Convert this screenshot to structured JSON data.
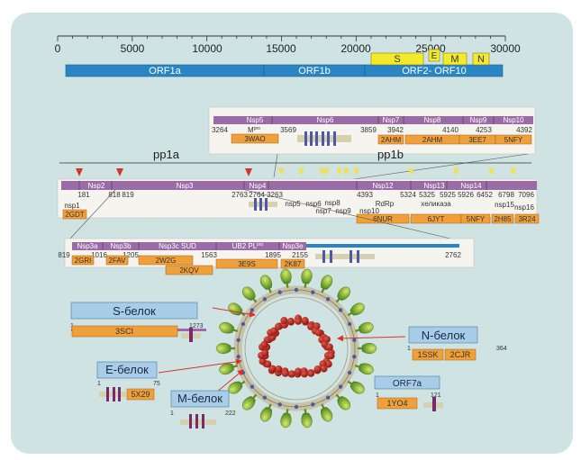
{
  "scale": {
    "ticks": [
      "0",
      "5000",
      "10000",
      "15000",
      "20000",
      "25000",
      "30000"
    ],
    "orf1a": "ORF1a",
    "orf1b": "ORF1b",
    "orf2_10": "ORF2- ORF10",
    "s": "S",
    "e": "E",
    "m": "M",
    "n": "N"
  },
  "top_nsp": {
    "names": [
      "Nsp5",
      "Nsp6",
      "Nsp7",
      "Nsp8",
      "Nsp9",
      "Nsp10"
    ],
    "n3264": "3264",
    "mpro": "M",
    "mpro_sup": "pro",
    "n3569": "3569",
    "n3859": "3859",
    "n3942": "3942",
    "n4140": "4140",
    "n4253": "4253",
    "n4392": "4392",
    "pdb_3wao": "3WAO",
    "pdb_2ahm_a": "2AHM",
    "pdb_2ahm_b": "2AHM",
    "pdb_3ee7": "3EE7",
    "pdb_5nfy": "5NFY"
  },
  "polyprotein": {
    "pp1a": "pp1a",
    "pp1b": "pp1b",
    "nsp_names": [
      "Nsp2",
      "Nsp3",
      "Nsp4",
      "Nsp12",
      "Nsp13",
      "Nsp14"
    ],
    "nums_left": [
      "181",
      "818",
      "819",
      "2763",
      "2764",
      "3263"
    ],
    "nums_right": [
      "4393",
      "5324",
      "5325",
      "5925",
      "5926",
      "6452",
      "6798",
      "7096"
    ],
    "nsp1": "nsp1",
    "nsp5": "nsp5",
    "nsp6": "nsp6",
    "nsp7": "nsp7",
    "nsp8": "nsp8",
    "nsp9": "nsp9",
    "nsp10": "nsp10",
    "nsp15": "nsp15",
    "nsp16": "nsp16",
    "rdrp": "RdRp",
    "helicase": "хеликаза",
    "pdb_2gdt": "2GDT",
    "pdb_6nur": "6NUR",
    "pdb_6jyt": "6JYT",
    "pdb_5nfy": "5NFY",
    "pdb_2h85": "2H85",
    "pdb_3r24": "3R24"
  },
  "nsp3_domains": {
    "names": [
      "Nsp3a",
      "Nsp3b",
      "Nsp3c SUD",
      "UB2 PL",
      "Nsp3e"
    ],
    "plpro_sup": "pro",
    "n819": "819",
    "n1016": "1016",
    "n1205": "1205",
    "n1563": "1563",
    "n1895": "1895",
    "n2155": "2155",
    "n2762": "2762",
    "pdbs": [
      "2GRI",
      "2FAV",
      "2W2G",
      "2KQV",
      "3E9S",
      "2K87"
    ]
  },
  "proteins": {
    "s_label": "S-белок",
    "s_start": "1",
    "s_end": "1273",
    "s_pdb": "3SCI",
    "e_label": "E-белок",
    "e_start": "1",
    "e_end": "75",
    "e_pdb": "5X29",
    "m_label": "M-белок",
    "m_start": "1",
    "m_end": "222",
    "n_label": "N-белок",
    "n_start": "1",
    "n_end": "364",
    "n_pdb_a": "1SSK",
    "n_pdb_b": "2CJR",
    "orf7a_label": "ORF7a",
    "orf7a_start": "1",
    "orf7a_end": "121",
    "orf7a_pdb": "1YO4"
  },
  "colors": {
    "background": "#cfe3e3",
    "orf_blue": "#2a85c4",
    "nsp_purple": "#9a6ba6",
    "pdb_orange": "#f0a03a",
    "gene_yellow": "#f3ea2a",
    "protein_box": "#a8cde8",
    "arrow_red": "#d8332a"
  }
}
